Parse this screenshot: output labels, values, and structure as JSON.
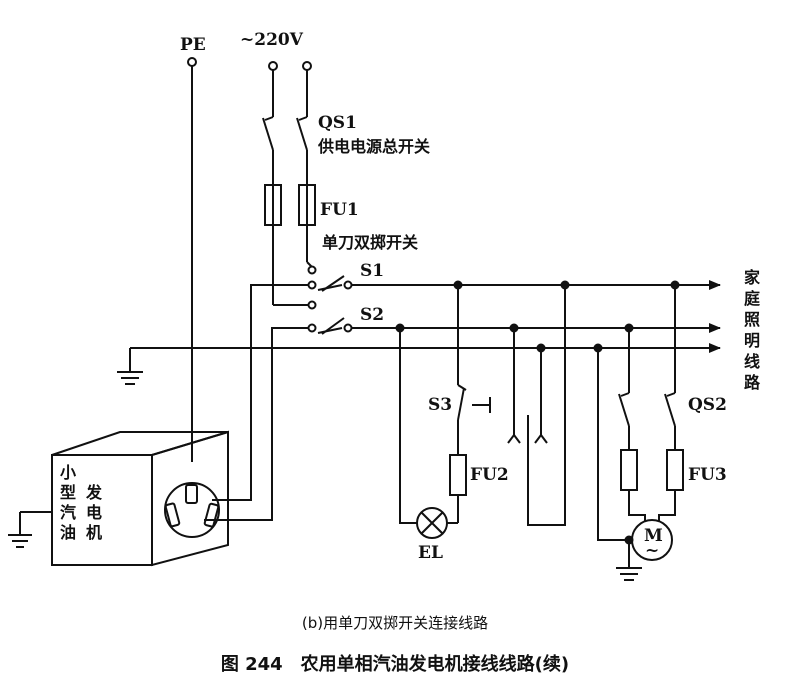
{
  "labels": {
    "pe": "PE",
    "voltage": "~220V",
    "qs1": "QS1",
    "qs1_desc": "供电电源总开关",
    "fu1": "FU1",
    "s_desc": "单刀双掷开关",
    "s1": "S1",
    "s2": "S2",
    "s3": "S3",
    "fu2": "FU2",
    "el": "EL",
    "qs2": "QS2",
    "fu3": "FU3",
    "motor": "M",
    "motor_ac": "~",
    "output_chars": [
      "家",
      "庭",
      "照",
      "明",
      "线",
      "路"
    ],
    "generator_left": [
      "小",
      "型",
      "汽",
      "油"
    ],
    "generator_right": [
      "发",
      "电",
      "机"
    ]
  },
  "captions": {
    "sub": "(b)用单刀双掷开关连接线路",
    "figure": "图 244　农用单相汽油发电机接线线路(续)"
  }
}
